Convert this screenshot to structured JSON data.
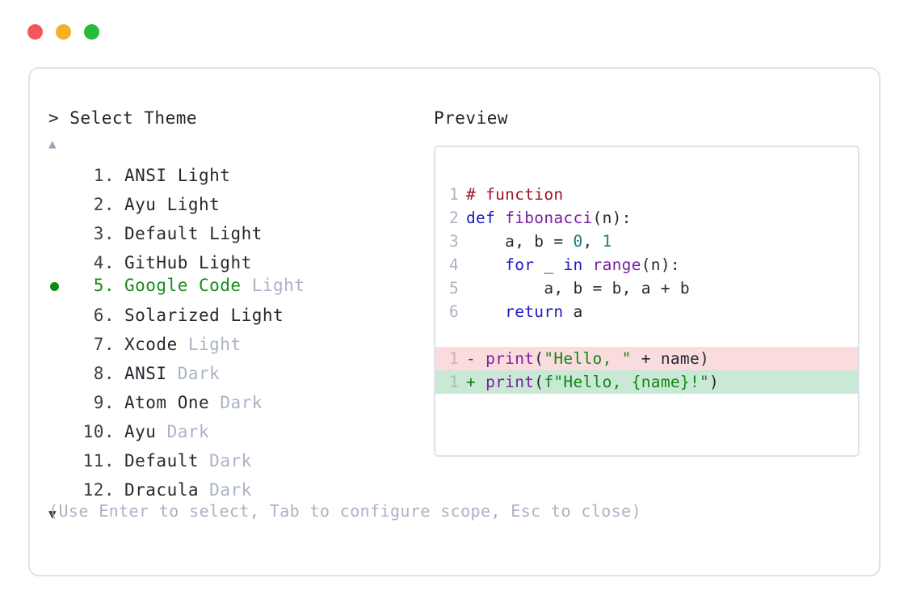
{
  "window": {
    "traffic_lights": [
      {
        "name": "close",
        "color": "#f4575a"
      },
      {
        "name": "minimize",
        "color": "#f5b125"
      },
      {
        "name": "maximize",
        "color": "#28bb39"
      }
    ]
  },
  "selector": {
    "prompt": "> Select Theme",
    "scroll_up": "▲",
    "scroll_down": "▼",
    "selected_index": 5,
    "items": [
      {
        "index": "1.",
        "name": "ANSI",
        "variant": "Light",
        "variant_muted": false,
        "selected": false
      },
      {
        "index": "2.",
        "name": "Ayu",
        "variant": "Light",
        "variant_muted": false,
        "selected": false
      },
      {
        "index": "3.",
        "name": "Default",
        "variant": "Light",
        "variant_muted": false,
        "selected": false
      },
      {
        "index": "4.",
        "name": "GitHub",
        "variant": "Light",
        "variant_muted": false,
        "selected": false
      },
      {
        "index": "5.",
        "name": "Google Code",
        "variant": "Light",
        "variant_muted": true,
        "selected": true
      },
      {
        "index": "6.",
        "name": "Solarized",
        "variant": "Light",
        "variant_muted": false,
        "selected": false
      },
      {
        "index": "7.",
        "name": "Xcode",
        "variant": "Light",
        "variant_muted": true,
        "selected": false
      },
      {
        "index": "8.",
        "name": "ANSI",
        "variant": "Dark",
        "variant_muted": true,
        "selected": false
      },
      {
        "index": "9.",
        "name": "Atom One",
        "variant": "Dark",
        "variant_muted": true,
        "selected": false
      },
      {
        "index": "10.",
        "name": "Ayu",
        "variant": "Dark",
        "variant_muted": true,
        "selected": false
      },
      {
        "index": "11.",
        "name": "Default",
        "variant": "Dark",
        "variant_muted": true,
        "selected": false
      },
      {
        "index": "12.",
        "name": "Dracula",
        "variant": "Dark",
        "variant_muted": true,
        "selected": false
      }
    ],
    "hint": "(Use Enter to select, Tab to configure scope, Esc to close)"
  },
  "preview": {
    "label": "Preview",
    "code_lines": [
      {
        "number": "1",
        "tokens": [
          {
            "text": "# function",
            "type": "comment"
          }
        ]
      },
      {
        "number": "2",
        "tokens": [
          {
            "text": "def ",
            "type": "keyword"
          },
          {
            "text": "fibonacci",
            "type": "func"
          },
          {
            "text": "(n):",
            "type": "plain"
          }
        ]
      },
      {
        "number": "3",
        "tokens": [
          {
            "text": "    a, b = ",
            "type": "plain"
          },
          {
            "text": "0",
            "type": "number"
          },
          {
            "text": ", ",
            "type": "plain"
          },
          {
            "text": "1",
            "type": "number"
          }
        ]
      },
      {
        "number": "4",
        "tokens": [
          {
            "text": "    ",
            "type": "plain"
          },
          {
            "text": "for",
            "type": "keyword"
          },
          {
            "text": " _ ",
            "type": "plain"
          },
          {
            "text": "in",
            "type": "keyword"
          },
          {
            "text": " ",
            "type": "plain"
          },
          {
            "text": "range",
            "type": "func"
          },
          {
            "text": "(n):",
            "type": "plain"
          }
        ]
      },
      {
        "number": "5",
        "tokens": [
          {
            "text": "        a, b = b, a + b",
            "type": "plain"
          }
        ]
      },
      {
        "number": "6",
        "tokens": [
          {
            "text": "    ",
            "type": "plain"
          },
          {
            "text": "return",
            "type": "keyword"
          },
          {
            "text": " a",
            "type": "plain"
          }
        ]
      }
    ],
    "diff_lines": [
      {
        "number": "1",
        "kind": "del",
        "tokens": [
          {
            "text": "- ",
            "type": "marker-del"
          },
          {
            "text": "print",
            "type": "func"
          },
          {
            "text": "(",
            "type": "plain"
          },
          {
            "text": "\"Hello, \"",
            "type": "string"
          },
          {
            "text": " + name)",
            "type": "plain"
          }
        ]
      },
      {
        "number": "1",
        "kind": "add",
        "tokens": [
          {
            "text": "+ ",
            "type": "marker-add"
          },
          {
            "text": "print",
            "type": "func"
          },
          {
            "text": "(",
            "type": "plain"
          },
          {
            "text": "f\"Hello, {name}!\"",
            "type": "string"
          },
          {
            "text": ")",
            "type": "plain"
          }
        ]
      }
    ]
  },
  "colors": {
    "accent_selected": "#178a18",
    "muted_text": "#a9b3c4",
    "body_text": "#24292f",
    "border": "#dfe2e8",
    "diff_del_bg": "#fadcdf",
    "diff_add_bg": "#c9e8d5",
    "comment": "#a0152a",
    "keyword": "#1c1cc4",
    "function": "#7b1f9e",
    "number": "#1a7a7a",
    "string": "#118811"
  }
}
